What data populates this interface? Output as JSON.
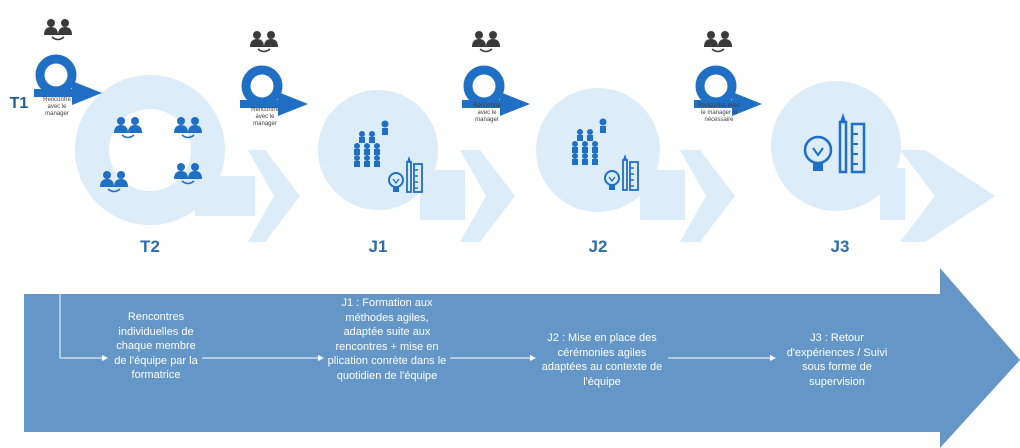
{
  "colors": {
    "primary": "#1f6fc5",
    "light": "#dcecf8",
    "band": "#6496c8",
    "line": "#ffffff"
  },
  "labels": {
    "t1": "T1",
    "t2": "T2",
    "j1": "J1",
    "j2": "J2",
    "j3": "J3"
  },
  "meetings": {
    "m1": "Rencontre avec le manager",
    "m2": "Rencontre avec le manager",
    "m3": "Rencontre avec le manager",
    "m4": "Rencontre avec le manager si nécessaire"
  },
  "steps": {
    "s1": "Rencontres individuelles de chaque membre de l'équipe par la formatrice",
    "s2": "J1 : Formation aux méthodes agiles, adaptée suite aux rencontres + mise en plication conrète dans le quotidien de l'équipe",
    "s3": "J2 : Mise en place des cérémonies agiles adaptées au contexte de l'équipe",
    "s4": "J3 : Retour d'expériences / Suivi sous forme de supervision"
  }
}
